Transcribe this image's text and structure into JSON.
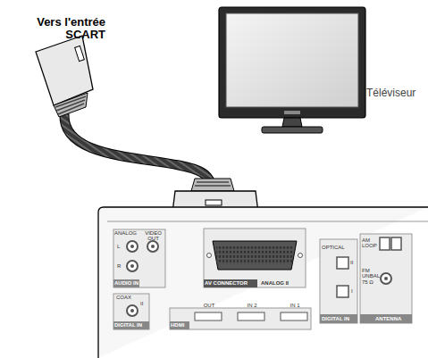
{
  "diagram": {
    "labels": [
      "Vers l'entrée SCART",
      "Téléviseur",
      "ANALOG",
      "L",
      "R",
      "AUDIO IN",
      "VIDEO OUT",
      "COAX",
      "II",
      "DIGITAL IN",
      "HDMI",
      "OUT",
      "IN 2",
      "IN 1",
      "AV CONNECTOR",
      "ANALOG II",
      "OPTICAL",
      "II",
      "I",
      "AM LOOP",
      "FM UNBAL 75 Ω",
      "DIGITAL IN",
      "ANTENNA"
    ]
  }
}
